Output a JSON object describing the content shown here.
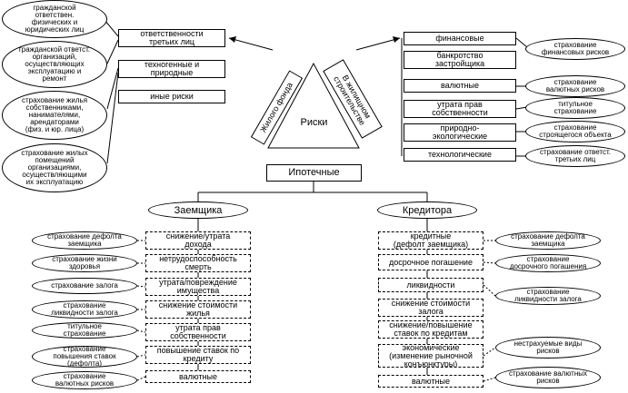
{
  "center": {
    "risks": "Риски",
    "mortgage": "Ипотечные"
  },
  "triangle": {
    "left": "Жилого фонда",
    "right": "В жилищном\nстроительстве"
  },
  "left_col": [
    "ответственности\nтретьих лиц",
    "техногенные и\nприродные",
    "иные риски"
  ],
  "left_ovals": [
    "гражданской\nответствен.\nфизических и\nюридических лиц",
    "гражданской ответст.\nорганизаций,\nосуществляющих\nэксплуатацию и\nремонт",
    "страхование жилья\nсобственниками,\nнанимателями,\nарендаторами\n(физ. и юр. лица)",
    "страхование жилых\nпомещений\nорганизациями,\nосуществляющими\nих эксплуатацию"
  ],
  "right_col": [
    "финансовые",
    "банкротство\nзастройщика",
    "валютные",
    "утрата прав\nсобственности",
    "природно-\nэкологические",
    "технологические"
  ],
  "right_ovals": [
    "страхование\nфинансовых рисков",
    "страхование\nвалютных рисков",
    "титульное\nстрахование",
    "страхование\nстроящегося объекта",
    "страхование ответст.\nтретьих лиц"
  ],
  "borrower": {
    "title": "Заемщика",
    "items": [
      "снижение/утрата\nдохода",
      "нетрудоспособность\nсмерть",
      "утрата/повреждение\nимущества",
      "снижение стоимости\nжилья",
      "утрата прав\nсобственности",
      "повышение ставок по\nкредиту",
      "валютные"
    ],
    "ovals": [
      "страхование дефолта\nзаемщика",
      "страхование жизни\nздоровья",
      "страхование залога",
      "страхование\nликвидности залога",
      "титульное\nстрахование",
      "страхование\nповышения ставок\n(дефолта)",
      "страхование\nвалютных рисков"
    ]
  },
  "lender": {
    "title": "Кредитора",
    "items": [
      "кредитные\n(дефолт заемщика)",
      "досрочное погашение",
      "ликвидности",
      "снижение стоимости\nзалога",
      "снижение/повышение\nставок по кредитам",
      "экономические\n(изменение рыночной\nконъюнктуры)",
      "валютные"
    ],
    "ovals": [
      "страхование дефолта\nзаемщика",
      "страхование\nдосрочного погашения",
      "страхование\nликвидности залога",
      "нестрахуемые виды\nрисков",
      "страхование валютных\nрисков"
    ]
  }
}
